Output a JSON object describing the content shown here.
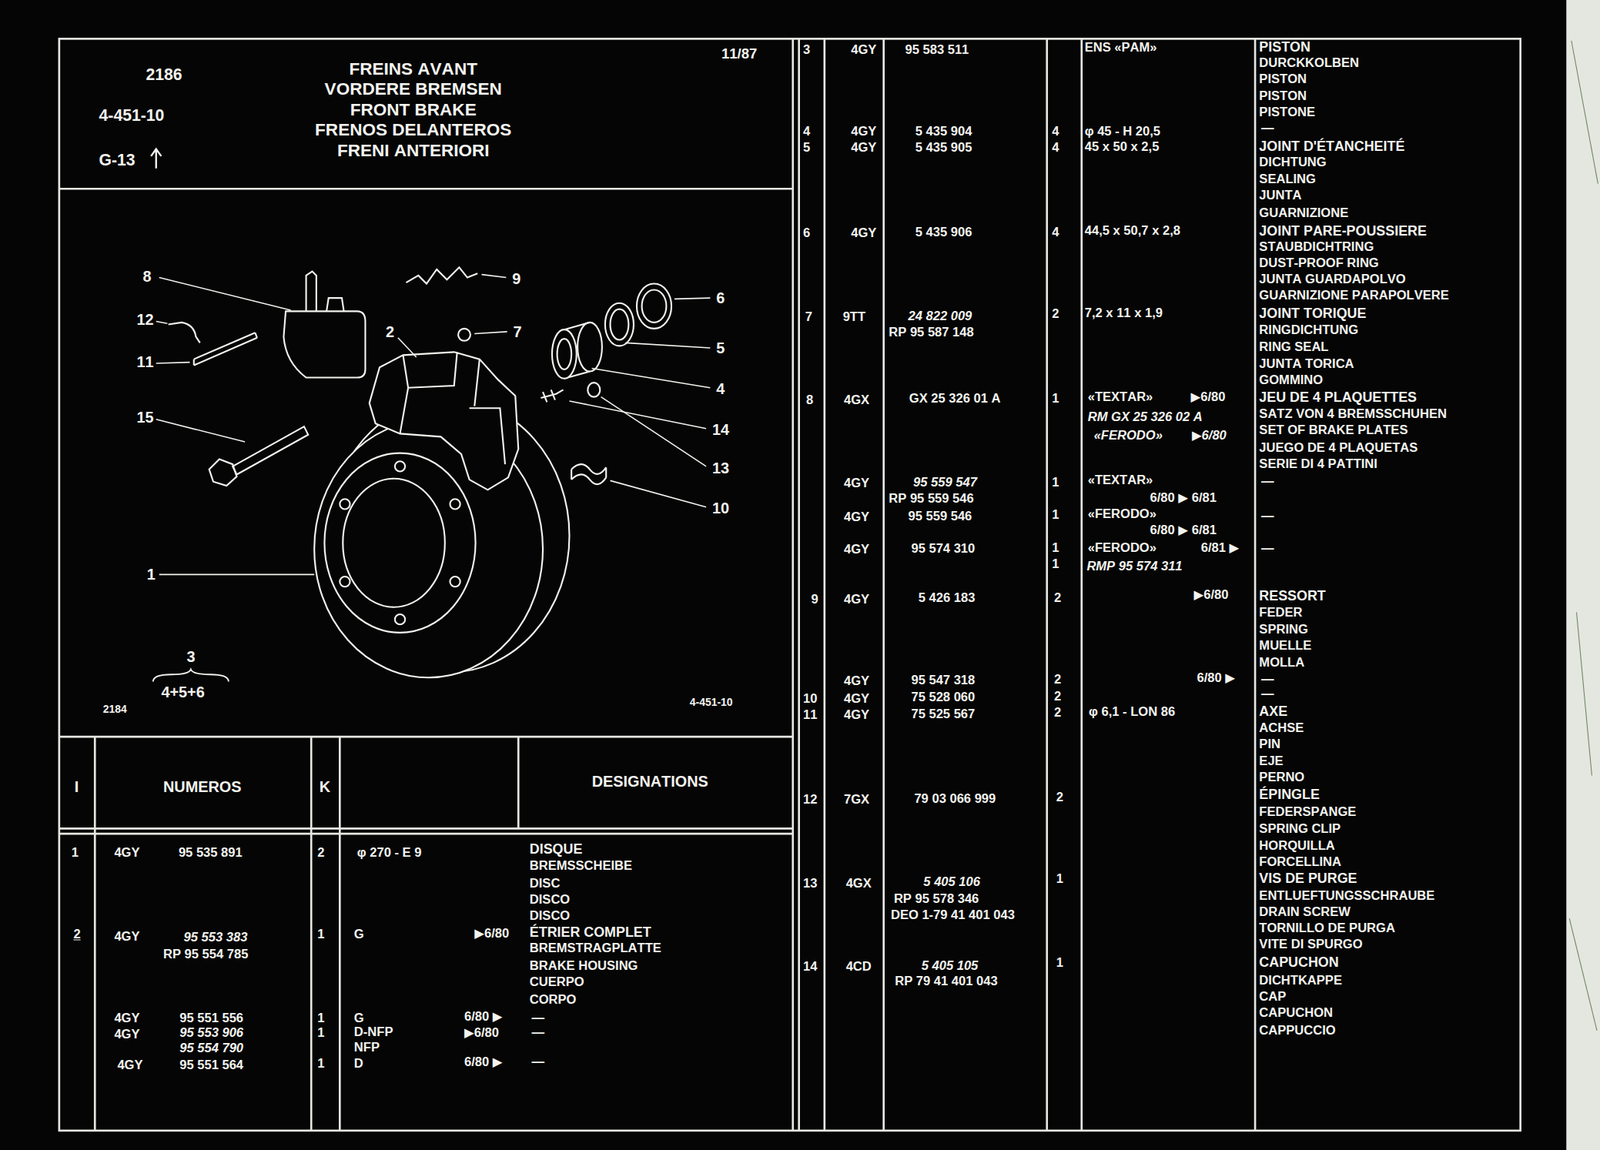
{
  "diagram": {
    "title": "FREINS AVANT VORDERE BREMSEN FRONT BRAKE FRENOS DELANTEROS FRENI ANTERIORI",
    "labels": [
      "2186",
      "4-451-10",
      "G-13",
      "11/87",
      "I",
      "NUMEROS",
      "K",
      "DESIGNATIONS",
      "8",
      "12",
      "11",
      "15",
      "1",
      "2",
      "7",
      "9",
      "6",
      "5",
      "4",
      "14",
      "13",
      "10",
      "3",
      "4+5+6",
      "2184",
      "4-451-10",
      "1",
      "4GY",
      "95 535 891",
      "2",
      "φ 270 - E 9",
      "DISQUE",
      "BREMSSCHEIBE",
      "DISC",
      "DISCO",
      "DISCO",
      "2",
      "4GY",
      "95 553 383",
      "RP 95 554 785",
      "1",
      "G",
      "▶6/80",
      "ÉTRIER COMPLET",
      "BREMSTRAGPLATTE",
      "BRAKE HOUSING",
      "CUERPO",
      "CORPO",
      "4GY",
      "95 551 556",
      "1",
      "G",
      "6/80 ▶",
      "—",
      "4GY",
      "95 553 906",
      "1",
      "D-NFP",
      "▶6/80",
      "—",
      "95 554 790",
      "NFP",
      "4GY",
      "95 551 564",
      "1",
      "D",
      "6/80 ▶",
      "—",
      "3",
      "4GY",
      "95 583 511",
      "ENS «PAM»",
      "PISTON",
      "DURCKKOLBEN",
      "PISTON",
      "PISTON",
      "PISTONE",
      "4",
      "4GY",
      "5 435 904",
      "4",
      "φ 45 - H 20,5",
      "—",
      "5",
      "4GY",
      "5 435 905",
      "4",
      "45 x 50 x 2,5",
      "JOINT D'ÉTANCHEITÉ",
      "DICHTUNG",
      "SEALING",
      "JUNTA",
      "GUARNIZIONE",
      "6",
      "4GY",
      "5 435 906",
      "4",
      "44,5 x 50,7 x 2,8",
      "JOINT PARE-POUSSIERE",
      "STAUBDICHTRING",
      "DUST-PROOF RING",
      "JUNTA GUARDAPOLVO",
      "GUARNIZIONE PARAPOLVERE",
      "7",
      "9TT",
      "24 822 009",
      "RP 95 587 148",
      "2",
      "7,2 x 11 x 1,9",
      "JOINT TORIQUE",
      "RINGDICHTUNG",
      "RING SEAL",
      "JUNTA TORICA",
      "GOMMINO",
      "8",
      "4GX",
      "GX 25 326 01 A",
      "1",
      "«TEXTAR»",
      "▶6/80",
      "RM GX 25 326 02 A",
      "«FERODO»",
      "▶6/80",
      "JEU DE 4 PLAQUETTES",
      "SATZ VON 4 BREMSSCHUHEN",
      "SET OF BRAKE PLATES",
      "JUEGO DE 4 PLAQUETAS",
      "SERIE DI 4 PATTINI",
      "4GY",
      "95 559 547",
      "1",
      "«TEXTAR»",
      "—",
      "RP 95 559 546",
      "6/80 ▶ 6/81",
      "4GY",
      "95 559 546",
      "1",
      "«FERODO»",
      "—",
      "6/80 ▶ 6/81",
      "4GY",
      "95 574 310",
      "1",
      "«FERODO»",
      "6/81 ▶",
      "—",
      "1",
      "RMP 95 574 311",
      "9",
      "4GY",
      "5 426 183",
      "2",
      "▶6/80",
      "RESSORT",
      "FEDER",
      "SPRING",
      "MUELLE",
      "MOLLA",
      "4GY",
      "95 547 318",
      "2",
      "6/80 ▶",
      "—",
      "10",
      "4GY",
      "75 528 060",
      "2",
      "—",
      "11",
      "4GY",
      "75 525 567",
      "2",
      "φ 6,1 - LON 86",
      "AXE",
      "ACHSE",
      "PIN",
      "EJE",
      "PERNO",
      "12",
      "7GX",
      "79 03 066 999",
      "2",
      "ÉPINGLE",
      "FEDERSPANGE",
      "SPRING CLIP",
      "HORQUILLA",
      "FORCELLINA",
      "13",
      "4GX",
      "5 405 106",
      "RP 95 578 346",
      "DEO 1-79 41 401 043",
      "1",
      "VIS DE PURGE",
      "ENTLUEFTUNGSSCHRAUBE",
      "DRAIN SCREW",
      "TORNILLO DE PURGA",
      "VITE DI SPURGO",
      "14",
      "4CD",
      "5 405 105",
      "RP 79 41 401 043",
      "1",
      "CAPUCHON",
      "DICHTKAPPE",
      "CAP",
      "CAPUCHON",
      "CAPPUCCIO"
    ]
  }
}
